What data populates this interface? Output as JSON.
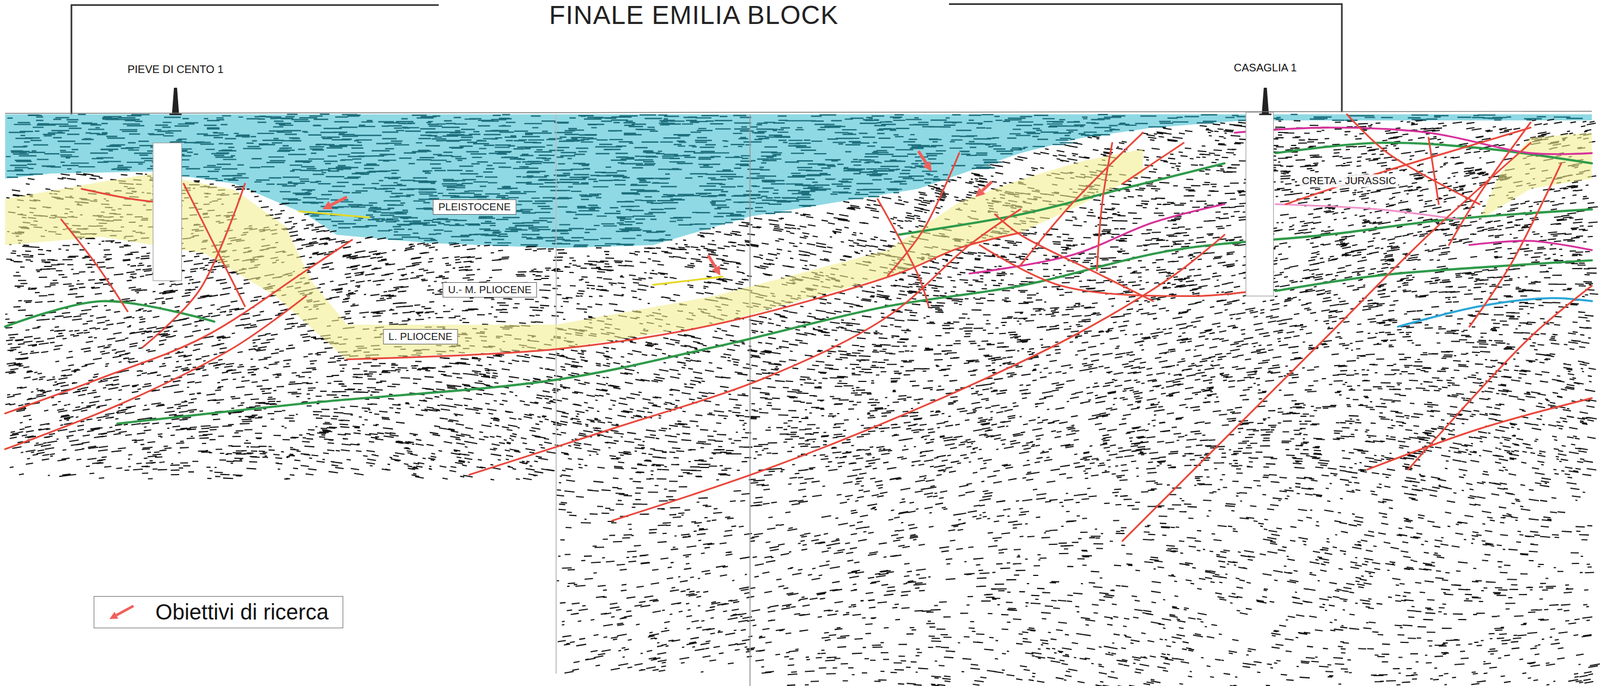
{
  "diagram": {
    "title": "FINALE EMILIA BLOCK",
    "nodes": [
      {
        "text": [
          "PLEISTOCENE"
        ]
      },
      {
        "text": [
          "U.- M. PLIOCENE"
        ]
      },
      {
        "text": [
          "L. PLIOCENE"
        ]
      }
    ],
    "labels": [
      "PIEVE DI CENTO 1",
      "CASAGLIA 1",
      "CRETA - JURASSIC"
    ],
    "legend": [
      {
        "text": "Obiettivi di ricerca"
      }
    ]
  }
}
